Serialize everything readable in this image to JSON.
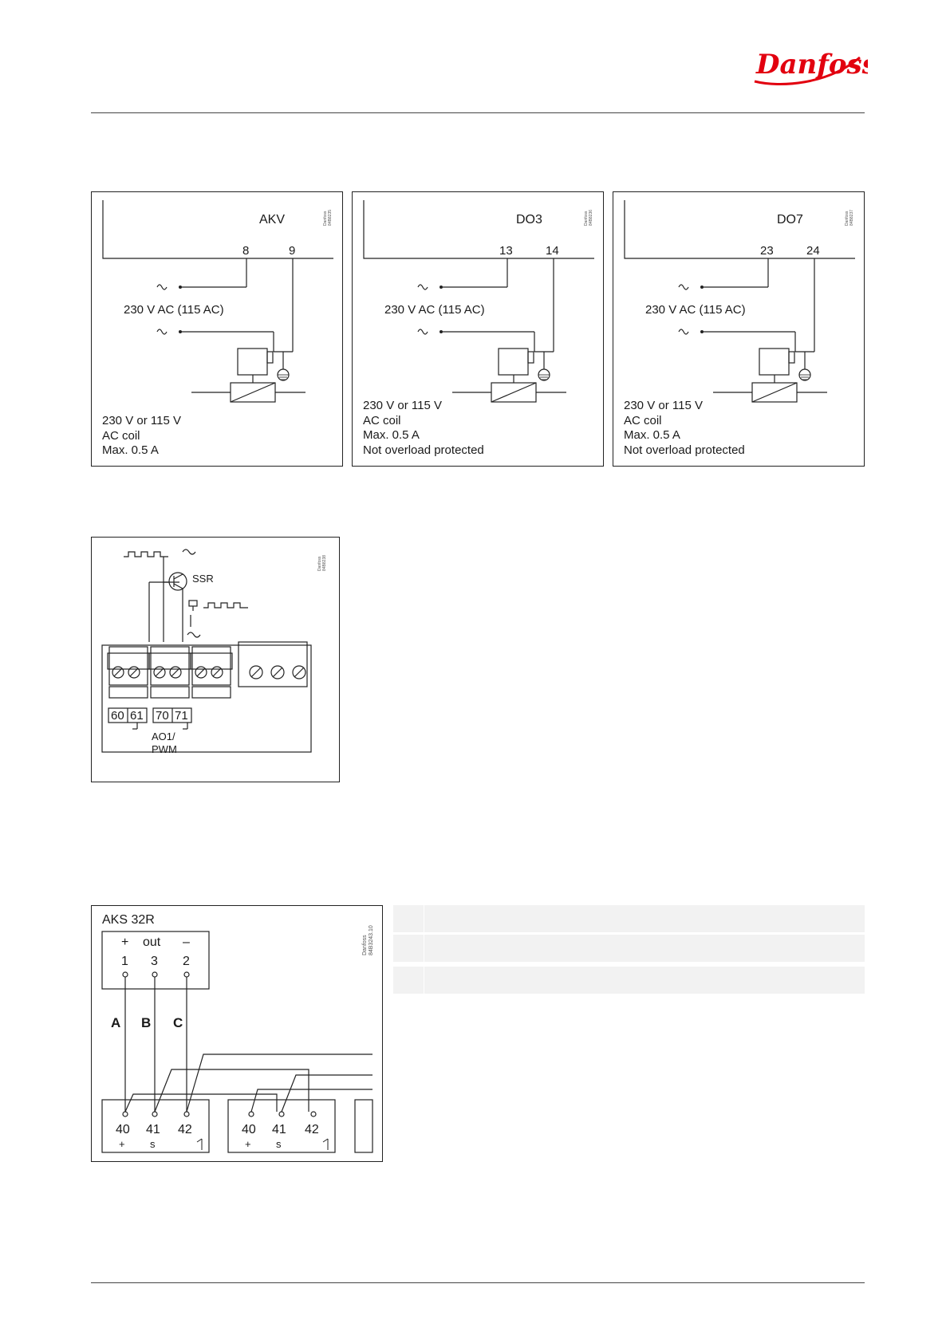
{
  "brand": {
    "logo_text": "Danfoss",
    "color": "#e2000f"
  },
  "panel_akv": {
    "title": "AKV",
    "terminals": [
      "8",
      "9"
    ],
    "supply": "230 V AC (115 AC)",
    "notes": [
      "230 V or 115 V",
      "AC coil",
      "Max. 0.5 A"
    ],
    "code": [
      "Danfoss",
      "84B8235"
    ]
  },
  "panel_do3": {
    "title": "DO3",
    "terminals": [
      "13",
      "14"
    ],
    "supply": "230 V AC (115 AC)",
    "notes": [
      "230 V or 115 V",
      "AC coil",
      "Max. 0.5 A",
      "Not overload protected"
    ],
    "code": [
      "Danfoss",
      "84B8236"
    ]
  },
  "panel_do7": {
    "title": "DO7",
    "terminals": [
      "23",
      "24"
    ],
    "supply": "230 V AC (115 AC)",
    "notes": [
      "230 V or 115 V",
      "AC coil",
      "Max. 0.5 A",
      "Not overload protected"
    ],
    "code": [
      "Danfoss",
      "84B8237"
    ]
  },
  "panel_ssr": {
    "ssr_label": "SSR",
    "terminals": [
      "60",
      "61",
      "70",
      "71"
    ],
    "output_label_1": "AO1/",
    "output_label_2": "PWM",
    "code": [
      "Danfoss",
      "84B8238"
    ]
  },
  "panel_aks": {
    "title": "AKS 32R",
    "sensor_signs": [
      "+",
      "out",
      "–"
    ],
    "sensor_terminals": [
      "1",
      "3",
      "2"
    ],
    "wires": [
      "A",
      "B",
      "C"
    ],
    "controller_terminals": [
      "40",
      "41",
      "42"
    ],
    "controller_signs": [
      "+",
      "s",
      ""
    ],
    "code": [
      "Danfoss",
      "84B3243.10"
    ]
  },
  "table": {
    "rows": 3
  }
}
